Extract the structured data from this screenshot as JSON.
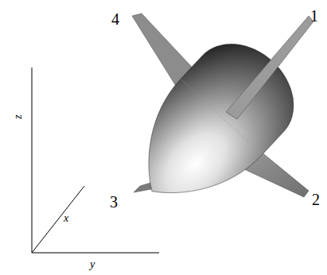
{
  "diagram": {
    "labels": [
      "4",
      "1",
      "3",
      "2",
      "z",
      "x",
      "y"
    ]
  }
}
